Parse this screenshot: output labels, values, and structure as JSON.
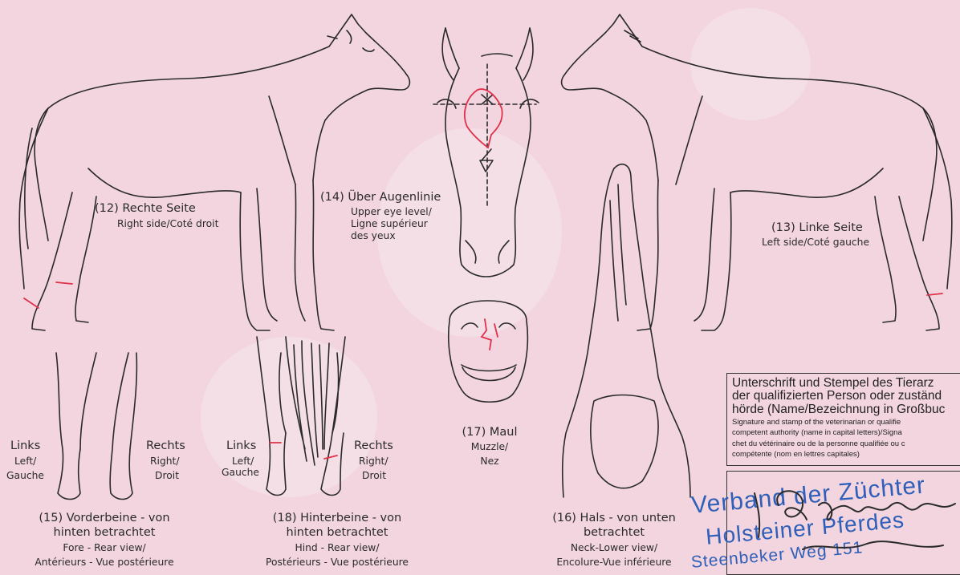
{
  "views": {
    "right_side": {
      "title": "(12) Rechte Seite",
      "subtitle": "Right side/Coté droit"
    },
    "upper_eye": {
      "title": "(14) Über Augenlinie",
      "line1": "Upper eye level/",
      "line2": "Ligne supérieur",
      "line3": "des yeux"
    },
    "left_side": {
      "title": "(13) Linke Seite",
      "subtitle": "Left side/Coté gauche"
    },
    "fore_legs": {
      "left_de": "Links",
      "left_en": "Left/",
      "left_fr": "Gauche",
      "right_de": "Rechts",
      "right_en": "Right/",
      "right_fr": "Droit",
      "title1": "(15) Vorderbeine - von",
      "title2": "hinten betrachtet",
      "sub1": "Fore - Rear view/",
      "sub2": "Antérieurs - Vue postérieure"
    },
    "hind_legs": {
      "left_de": "Links",
      "left_en": "Left/",
      "left_fr": "Gauche",
      "right_de": "Rechts",
      "right_en": "Right/",
      "right_fr": "Droit",
      "title1": "(18) Hinterbeine - von",
      "title2": "hinten betrachtet",
      "sub1": "Hind - Rear view/",
      "sub2": "Postérieurs - Vue postérieure"
    },
    "muzzle": {
      "title": "(17) Maul",
      "line1": "Muzzle/",
      "line2": "Nez"
    },
    "neck": {
      "title1": "(16) Hals - von unten",
      "title2": "betrachtet",
      "sub1": "Neck-Lower view/",
      "sub2": "Encolure-Vue inférieure"
    }
  },
  "signature_box": {
    "de1": "Unterschrift und Stempel des Tierarz",
    "de2": "der qualifizierten Person oder zuständ",
    "de3": "hörde (Name/Bezeichnung in Großbuc",
    "en1": "Signature and stamp of the veterinarian or qualifie",
    "en2": "competent authority (name in capital letters)/Signa",
    "fr1": "chet du vétérinaire ou de la personne qualifiée ou c",
    "fr2": "compétente (nom en lettres capitales)"
  },
  "stamp": {
    "line1": "Verband der Züchter",
    "line2": "Holsteiner Pferdes",
    "line3": "Steenbeker Weg 151"
  },
  "colors": {
    "paper": "#f2d5df",
    "ink": "#2a2a2a",
    "marking": "#e0304a",
    "stamp": "#2f5fb8"
  }
}
